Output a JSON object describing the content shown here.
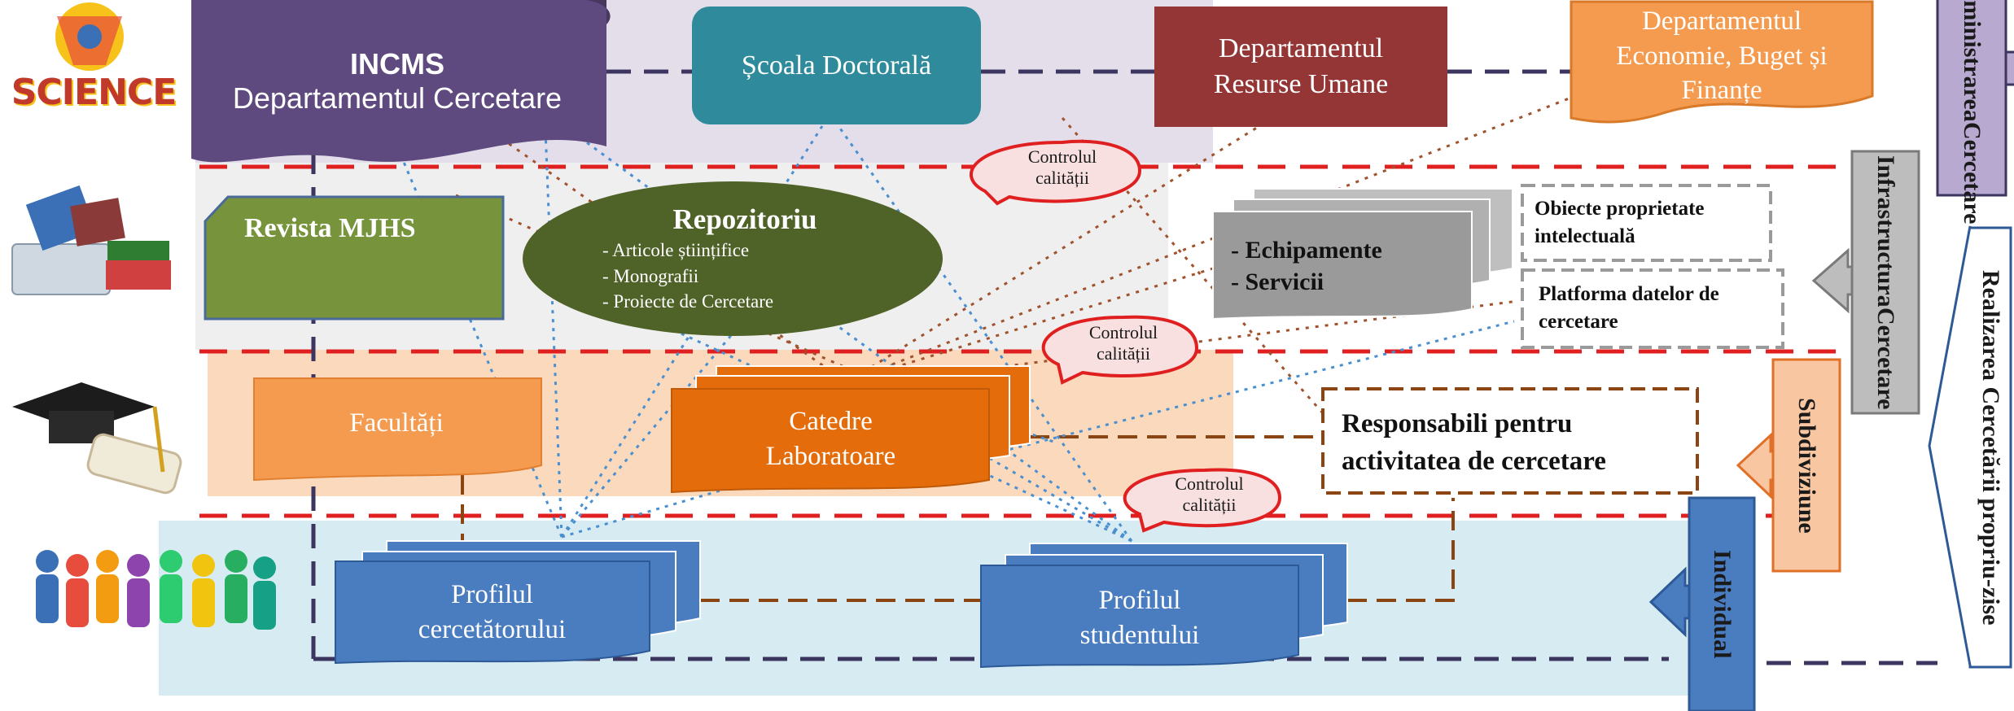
{
  "nodes": {
    "incms": {
      "line1": "INCMS",
      "line2": "Departamentul Cercetare"
    },
    "scoala": {
      "label": "Școala Doctorală"
    },
    "resurse": {
      "line1": "Departamentul",
      "line2": "Resurse Umane"
    },
    "economie": {
      "line1": "Departamentul",
      "line2": "Economie, Buget și",
      "line3": "Finanțe"
    },
    "revista": {
      "label": "Revista MJHS"
    },
    "repozitoriu": {
      "title": "Repozitoriu",
      "items": [
        "- Articole științifice",
        "- Monografii",
        "- Proiecte de Cercetare"
      ]
    },
    "echipamente": {
      "line1": "- Echipamente",
      "line2": "- Servicii"
    },
    "obiecte": {
      "line1": "Obiecte proprietate",
      "line2": "intelectuală"
    },
    "platforma": {
      "line1": "Platforma datelor de",
      "line2": "cercetare"
    },
    "facultati": {
      "label": "Facultăți"
    },
    "catedre": {
      "line1": "Catedre",
      "line2": "Laboratoare"
    },
    "responsabili": {
      "line1": "Responsabili pentru",
      "line2": "activitatea de cercetare"
    },
    "profil_cercetator": {
      "line1": "Profilul",
      "line2": "cercetătorului"
    },
    "profil_student": {
      "line1": "Profilul",
      "line2": "studentului"
    }
  },
  "callouts": [
    {
      "line1": "Controlul",
      "line2": "calității"
    },
    {
      "line1": "Controlul",
      "line2": "calității"
    },
    {
      "line1": "Controlul",
      "line2": "calității"
    }
  ],
  "side_labels": {
    "administrarea": {
      "line1": "Administrarea",
      "line2": "Cercetare"
    },
    "infrastructura": {
      "line1": "Infrastructura",
      "line2": "Cercetare"
    },
    "subdiviziune": "Subdiviziune",
    "individual": "Individual",
    "realizarea": "Realizarea Cercetării propriu-zise"
  },
  "logo": {
    "text": "SCIENCE"
  },
  "colors": {
    "band_admin": "#e4deea",
    "band_infra": "#efefef",
    "band_sub": "#fbd9bc",
    "band_ind": "#d7ebf2",
    "incms": "#5e4a7e",
    "scoala": "#2f8b9b",
    "resurse": "#953636",
    "economie": "#f59b4f",
    "revista": "#77933c",
    "repozitoriu": "#4f6228",
    "echipamente": "#9a9a9a",
    "facultati": "#f59b4f",
    "catedre": "#e46c0a",
    "profil": "#4a7cc0",
    "red_dash": "#e02020",
    "brown_dash": "#8b4513",
    "navy_dash": "#3b3560",
    "blue_dots": "#4a8fd0"
  }
}
